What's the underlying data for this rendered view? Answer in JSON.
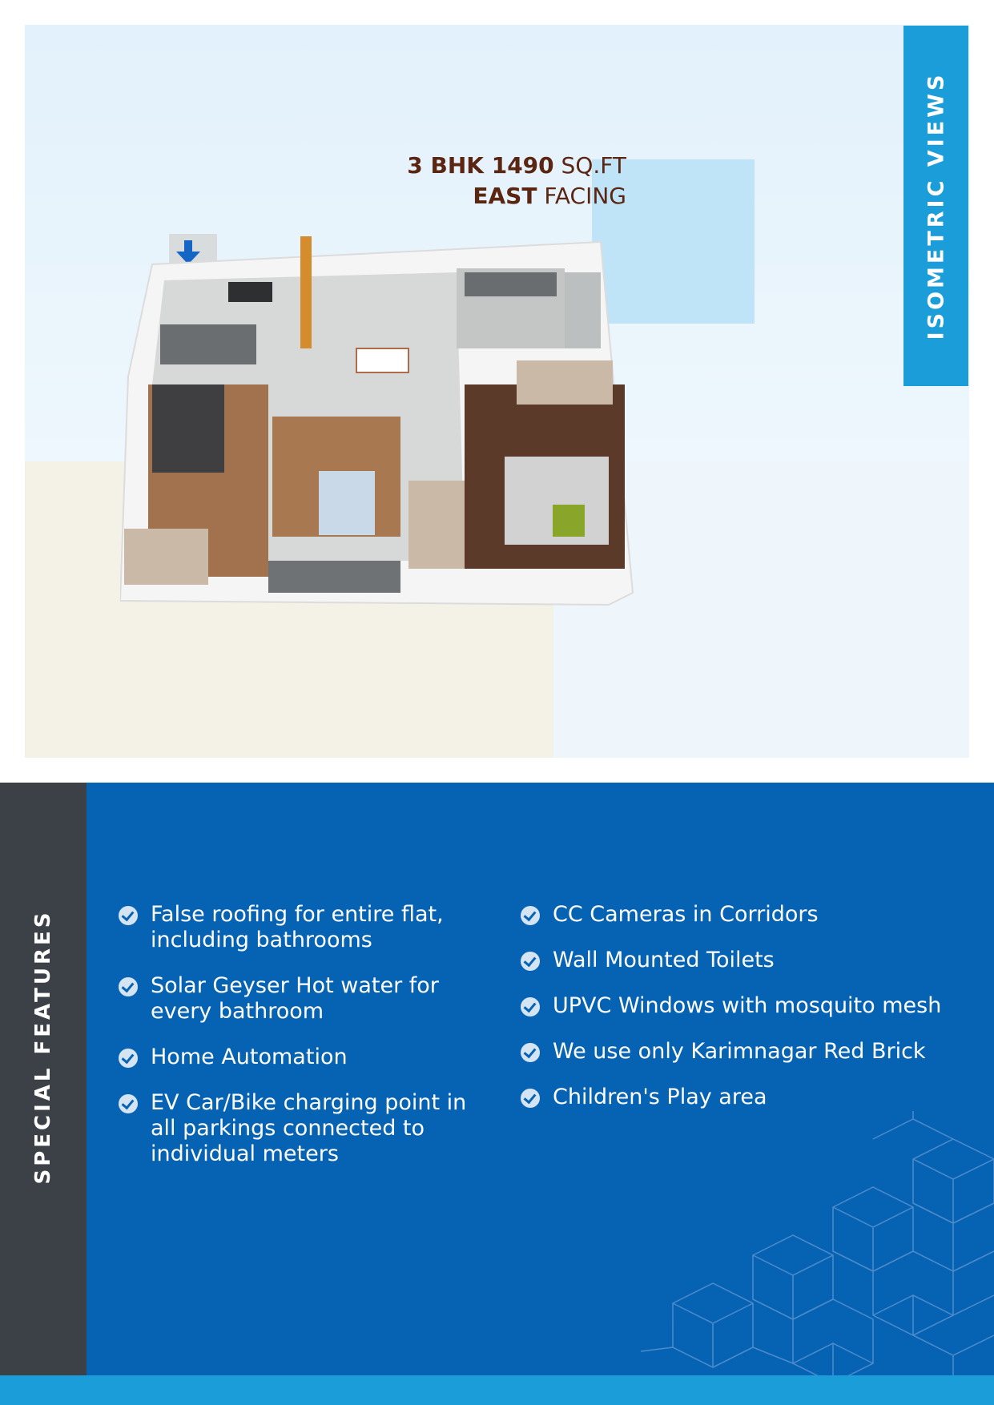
{
  "heading": {
    "line1_bold": "3 BHK  1490",
    "line1_light": " SQ.FT",
    "line2_bold": "EAST",
    "line2_light": " FACING"
  },
  "side_tab_top": "ISOMETRIC VIEWS",
  "side_tab_bottom": "SPECIAL FEATURES",
  "features_left": [
    "False roofing for entire flat, including bathrooms",
    "Solar Geyser Hot water for every bathroom",
    "Home Automation",
    "EV Car/Bike charging point in all parkings connected to individual meters"
  ],
  "features_right": [
    "CC Cameras in Corridors",
    "Wall Mounted Toilets",
    "UPVC Windows with mosquito mesh",
    "We use only Karimnagar Red Brick",
    "Children's Play area"
  ],
  "icons": {
    "entry": "down-arrow-icon",
    "bullet": "check-circle-icon"
  },
  "colors": {
    "primary_blue": "#0663b4",
    "accent_cyan": "#1b9dd9",
    "dark_gray": "#3c4148",
    "title_brown": "#5a2612"
  }
}
